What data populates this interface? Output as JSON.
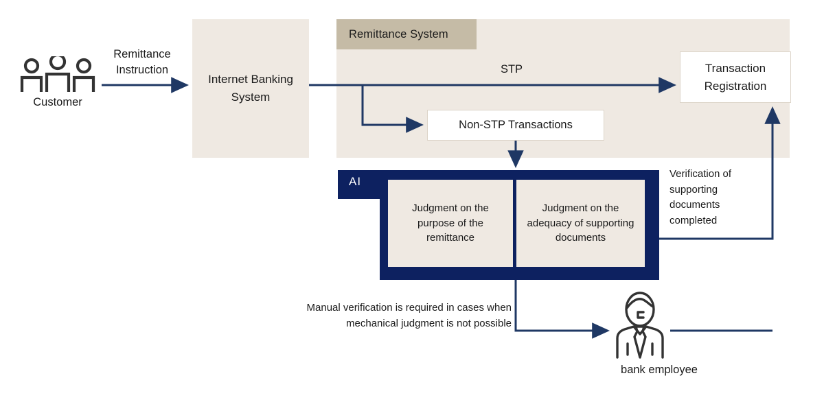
{
  "diagram": {
    "title_label": "Remittance System",
    "colors": {
      "panel_bg": "#efe9e2",
      "panel_header_bg": "#c5bba6",
      "ai_box": "#0d2160",
      "connector": "#1f3864",
      "box_white": "#ffffff",
      "icon_stroke": "#333333",
      "text": "#1a1a1a"
    },
    "actors": {
      "customer": {
        "label": "Customer",
        "icon": "three-people-icon"
      },
      "bank_employee": {
        "label": "bank employee",
        "icon": "business-person-icon"
      }
    },
    "nodes": {
      "internet_banking_system": "Internet\nBanking\nSystem",
      "transaction_registration": "Transaction\nRegistration",
      "non_stp_transactions": "Non-STP Transactions",
      "ai_group_label": "AI",
      "ai_judgment_purpose": "Judgment on the\npurpose of the\nremittance",
      "ai_judgment_documents": "Judgment on the\nadequacy of\nsupporting\ndocuments"
    },
    "edge_labels": {
      "remittance_instruction": "Remittance\nInstruction",
      "stp": "STP",
      "verification_completed": "Verification of\nsupporting\ndocuments\ncompleted",
      "manual_verification": "Manual verification is required in cases when\nmechanical judgment is not possible"
    }
  }
}
